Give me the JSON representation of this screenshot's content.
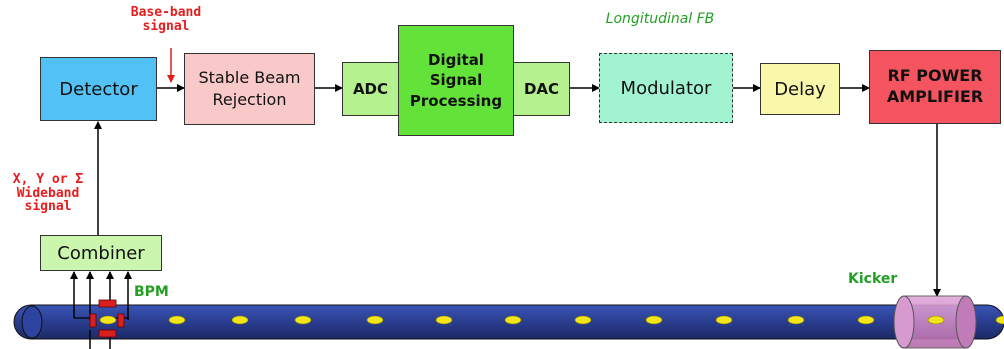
{
  "labels": {
    "baseband": "Base-band\nsignal",
    "longitudinal": "Longitudinal FB",
    "wideband": "X, Y or Σ\nWideband\nsignal",
    "bpm": "BPM",
    "kicker": "Kicker"
  },
  "blocks": {
    "detector": "Detector",
    "stable_beam": "Stable Beam\nRejection",
    "adc": "ADC",
    "dsp": "Digital\nSignal\nProcessing",
    "dac": "DAC",
    "modulator": "Modulator",
    "delay": "Delay",
    "rf_amp": "RF POWER\nAMPLIFIER",
    "combiner": "Combiner"
  },
  "colors": {
    "detector": "#52c1f5",
    "stable_beam": "#f9c9c9",
    "adc": "#b5f28f",
    "dsp": "#63e33a",
    "dac": "#b5f28f",
    "modulator": "#a2f3d2",
    "delay": "#f8f7aa",
    "rf_amp": "#f3545f",
    "combiner": "#cbf6ad",
    "annotation_red": "#e81c1c",
    "annotation_green": "#23a023",
    "beam_pipe": "#2a3d8f",
    "bunch": "#f2e61b",
    "kicker": "#cf84c6"
  }
}
